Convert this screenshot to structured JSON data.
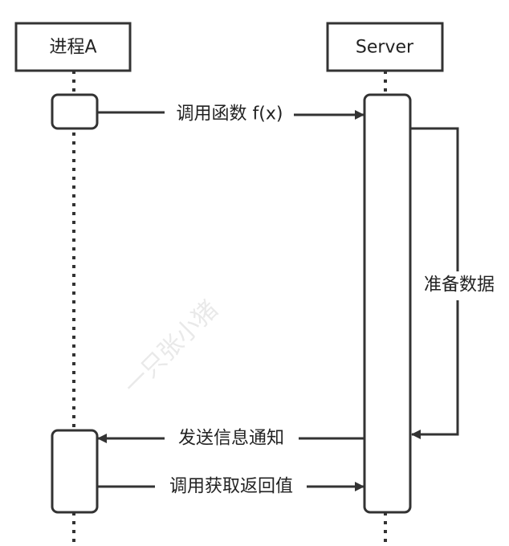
{
  "diagram": {
    "participants": [
      {
        "id": "process_a",
        "name": "进程A"
      },
      {
        "id": "server",
        "name": "Server"
      }
    ],
    "messages": [
      {
        "id": "call_function",
        "from": "process_a",
        "to": "server",
        "label": "调用函数 f(x)"
      },
      {
        "id": "prepare_data",
        "from": "server",
        "to": "server",
        "label": "准备数据"
      },
      {
        "id": "send_notification",
        "from": "server",
        "to": "process_a",
        "label": "发送信息通知"
      },
      {
        "id": "get_return_value",
        "from": "process_a",
        "to": "server",
        "label": "调用获取返回值"
      }
    ],
    "watermark": "一只张小猪",
    "colors": {
      "stroke": "#333333",
      "text": "#222222",
      "background": "#ffffff"
    }
  }
}
